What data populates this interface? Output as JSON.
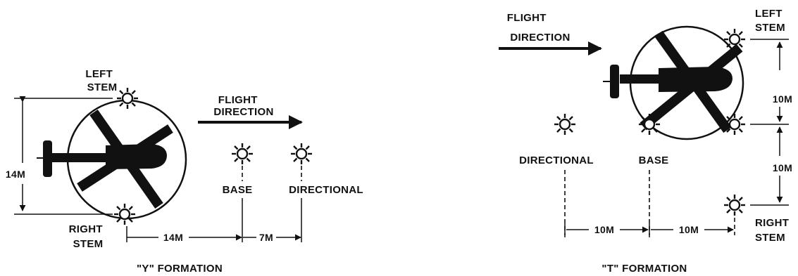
{
  "y_formation": {
    "caption": "\"Y\" FORMATION",
    "flight_direction": [
      "FLIGHT",
      "DIRECTION"
    ],
    "left_stem": [
      "LEFT",
      "STEM"
    ],
    "right_stem": [
      "RIGHT",
      "STEM"
    ],
    "base": "BASE",
    "directional": "DIRECTIONAL",
    "dim_height": "14M",
    "dim_right_to_base": "14M",
    "dim_base_to_directional": "7M"
  },
  "t_formation": {
    "caption": "\"T\" FORMATION",
    "flight_direction": [
      "FLIGHT",
      "DIRECTION"
    ],
    "left_stem": [
      "LEFT",
      "STEM"
    ],
    "right_stem": [
      "RIGHT",
      "STEM"
    ],
    "base": "BASE",
    "directional": "DIRECTIONAL",
    "dim_left_to_mid": "10M",
    "dim_mid_to_right": "10M",
    "dim_directional_to_base": "10M",
    "dim_base_to_right": "10M"
  },
  "colors": {
    "ink": "#111111",
    "background": "#ffffff"
  },
  "icons": {
    "light": "light-marker-icon",
    "helicopter": "helicopter-icon"
  }
}
